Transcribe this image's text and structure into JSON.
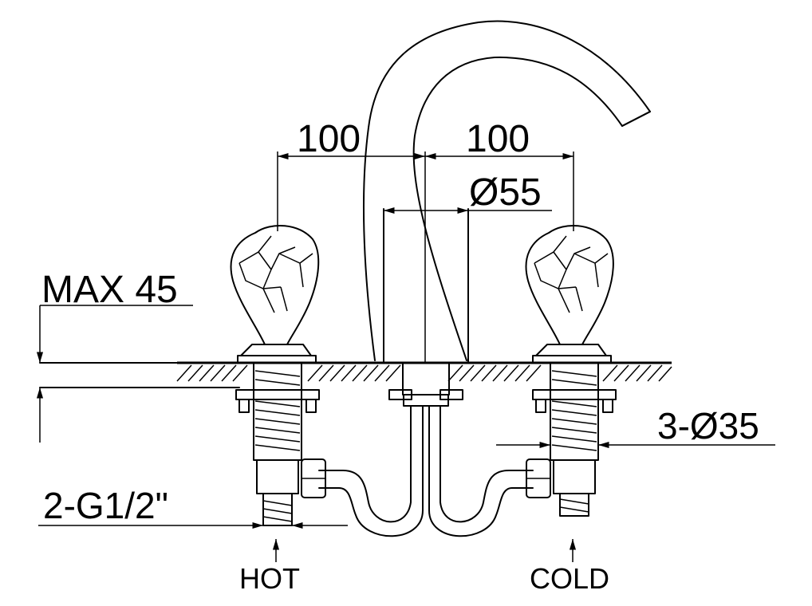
{
  "dimensions": {
    "left_spacing": "100",
    "right_spacing": "100",
    "spout_diameter": "Ø55",
    "max_thickness": "MAX 45",
    "hole_diameter": "3-Ø35",
    "connection_thread": "2-G1/2\""
  },
  "inlets": {
    "hot_label": "HOT",
    "cold_label": "COLD"
  }
}
